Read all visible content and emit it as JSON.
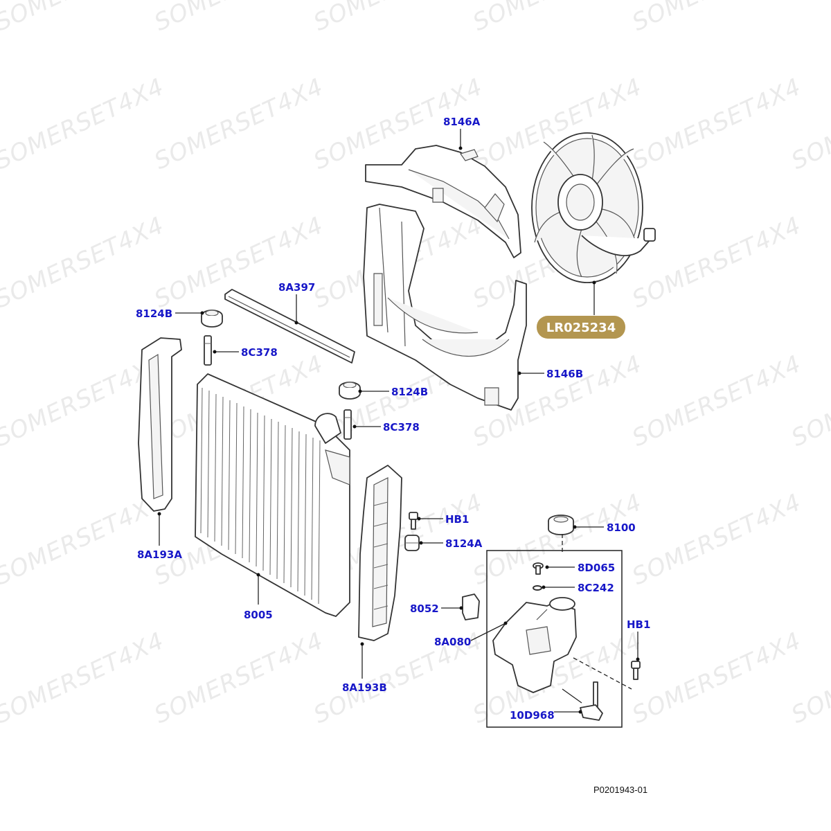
{
  "watermark": {
    "text": "SOMERSET4X4",
    "color": "#d9d9d9"
  },
  "colors": {
    "callout": "#1717c8",
    "badge": "#b39650",
    "line": "#333333"
  },
  "callouts": {
    "fan_shroud_upper": "8146A",
    "fan_shroud_lower": "8146B",
    "seal_strip": "8A397",
    "mount_upper_left": "8124B",
    "mount_upper_center": "8124B",
    "bolt_left": "8C378",
    "bolt_center": "8C378",
    "bracket_left": "8A193A",
    "bracket_right": "8A193B",
    "radiator": "8005",
    "bolt_hb1_top": "HB1",
    "mount_lower": "8124A",
    "cap": "8100",
    "bleed_screw": "8D065",
    "o_ring": "8C242",
    "bracket_small": "8052",
    "reservoir": "8A080",
    "bolt_hb1_right": "HB1",
    "level_sensor": "10D968"
  },
  "badge": {
    "label": "LR025234"
  },
  "reference": "P0201943-01"
}
